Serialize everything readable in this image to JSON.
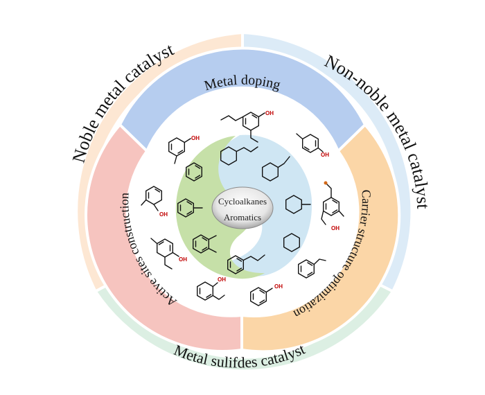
{
  "outer_ring": {
    "noble": "Noble metal catalyst",
    "non_noble": "Non-noble metal catalyst",
    "sulfides": "Metal sulifdes catalyst"
  },
  "middle_ring": {
    "doping": "Metal doping",
    "carrier": "Carrier structure optimization",
    "active_sites": "Active sites construction"
  },
  "center": {
    "top_label": "Cycloalkanes",
    "bottom_label": "Aromatics"
  },
  "molecule_labels": {
    "oh": "OH"
  },
  "colors": {
    "noble": "#fde7d3",
    "non_noble": "#dcebf7",
    "sulfides": "#dcefe3",
    "doping": "#b6cdef",
    "carrier": "#fbd6a7",
    "active_sites": "#f6c4bf",
    "aromatics_blob": "#c6e0a8",
    "cycloalkanes_blob": "#cfe6f3"
  }
}
